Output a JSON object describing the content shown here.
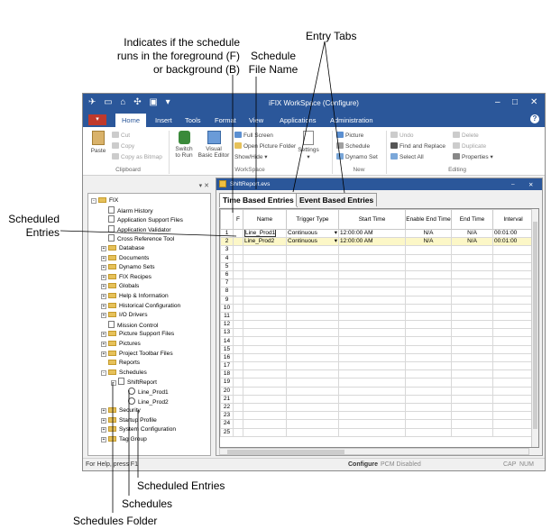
{
  "annotations": {
    "fg_bg": [
      "Indicates if the schedule",
      "runs in the foreground (F)",
      "or background (B)"
    ],
    "file_name": [
      "Schedule",
      "File Name"
    ],
    "entry_tabs": "Entry Tabs",
    "scheduled_entries_left": [
      "Scheduled",
      "Entries"
    ],
    "scheduled_entries_bottom": "Scheduled Entries",
    "schedules": "Schedules",
    "schedules_folder": "Schedules Folder"
  },
  "app": {
    "title": "iFIX WorkSpace (Configure)",
    "tabs": [
      "Home",
      "Insert",
      "Tools",
      "Format",
      "View",
      "Applications",
      "Administration"
    ],
    "active_tab": "Home",
    "file_icon": "file-menu-icon",
    "help_label": "?"
  },
  "ribbon": {
    "clipboard": {
      "paste": "Paste",
      "cut": "Cut",
      "copy": "Copy",
      "copy_bitmap": "Copy as Bitmap",
      "label": "Clipboard"
    },
    "workspace": {
      "switch": [
        "Switch",
        "to Run"
      ],
      "vbe": [
        "Visual",
        "Basic Editor"
      ],
      "full_screen": "Full Screen",
      "open_folder": "Open Picture Folder",
      "show_hide": "Show/Hide",
      "settings": "Settings",
      "label": "WorkSpace"
    },
    "new": {
      "picture": "Picture",
      "schedule": "Schedule",
      "dynamo": "Dynamo Set",
      "label": "New"
    },
    "editing": {
      "undo": "Undo",
      "find": "Find and Replace",
      "select_all": "Select All",
      "delete": "Delete",
      "duplicate": "Duplicate",
      "properties": "Properties",
      "label": "Editing"
    }
  },
  "tree": [
    {
      "label": "FIX",
      "depth": 0,
      "kind": "folder",
      "exp": "-"
    },
    {
      "label": "Alarm History",
      "depth": 1,
      "kind": "doc"
    },
    {
      "label": "Application Support Files",
      "depth": 1,
      "kind": "doc"
    },
    {
      "label": "Application Validator",
      "depth": 1,
      "kind": "doc"
    },
    {
      "label": "Cross Reference Tool",
      "depth": 1,
      "kind": "doc"
    },
    {
      "label": "Database",
      "depth": 1,
      "kind": "folder",
      "exp": "+"
    },
    {
      "label": "Documents",
      "depth": 1,
      "kind": "folder",
      "exp": "+"
    },
    {
      "label": "Dynamo Sets",
      "depth": 1,
      "kind": "folder",
      "exp": "+"
    },
    {
      "label": "FIX Recipes",
      "depth": 1,
      "kind": "folder",
      "exp": "+"
    },
    {
      "label": "Globals",
      "depth": 1,
      "kind": "folder",
      "exp": "+"
    },
    {
      "label": "Help & Information",
      "depth": 1,
      "kind": "folder",
      "exp": "+"
    },
    {
      "label": "Historical Configuration",
      "depth": 1,
      "kind": "folder",
      "exp": "+"
    },
    {
      "label": "I/O Drivers",
      "depth": 1,
      "kind": "folder",
      "exp": "+"
    },
    {
      "label": "Mission Control",
      "depth": 1,
      "kind": "doc"
    },
    {
      "label": "Picture Support Files",
      "depth": 1,
      "kind": "folder",
      "exp": "+"
    },
    {
      "label": "Pictures",
      "depth": 1,
      "kind": "folder",
      "exp": "+"
    },
    {
      "label": "Project Toolbar Files",
      "depth": 1,
      "kind": "folder",
      "exp": "+"
    },
    {
      "label": "Reports",
      "depth": 1,
      "kind": "folder"
    },
    {
      "label": "Schedules",
      "depth": 1,
      "kind": "folder",
      "exp": "-"
    },
    {
      "label": "ShiftReport",
      "depth": 2,
      "kind": "doc",
      "exp": "-"
    },
    {
      "label": "Line_Prod1",
      "depth": 3,
      "kind": "clock"
    },
    {
      "label": "Line_Prod2",
      "depth": 3,
      "kind": "clock"
    },
    {
      "label": "Security",
      "depth": 1,
      "kind": "folder",
      "exp": "+"
    },
    {
      "label": "Startup Profile",
      "depth": 1,
      "kind": "folder",
      "exp": "+"
    },
    {
      "label": "System Configuration",
      "depth": 1,
      "kind": "folder",
      "exp": "+"
    },
    {
      "label": "Tag Group",
      "depth": 1,
      "kind": "folder",
      "exp": "+"
    }
  ],
  "document": {
    "title": "ShiftReport.evs",
    "tabs": [
      "Time Based Entries",
      "Event Based Entries"
    ],
    "columns": [
      "F",
      "Name",
      "Trigger Type",
      "Start Time",
      "Enable End Time",
      "End Time",
      "Interval"
    ],
    "rows": [
      {
        "num": "1",
        "f": "",
        "name": "Line_Prod1",
        "trigger": "Continuous",
        "start": "12:00:00 AM",
        "enable_end": "N/A",
        "end": "N/A",
        "interval": "00:01:00"
      },
      {
        "num": "2",
        "f": "",
        "name": "Line_Prod2",
        "trigger": "Continuous",
        "start": "12:00:00 AM",
        "enable_end": "N/A",
        "end": "N/A",
        "interval": "00:01:00"
      }
    ],
    "empty_rows": [
      "3",
      "4",
      "5",
      "6",
      "7",
      "8",
      "9",
      "10",
      "11",
      "12",
      "13",
      "14",
      "15",
      "16",
      "17",
      "18",
      "19",
      "20",
      "21",
      "22",
      "23",
      "24",
      "25"
    ]
  },
  "status": {
    "left": "For Help, press F1",
    "mode": "Configure",
    "pcm": "PCM Disabled",
    "caps": "CAP",
    "num": "NUM"
  }
}
